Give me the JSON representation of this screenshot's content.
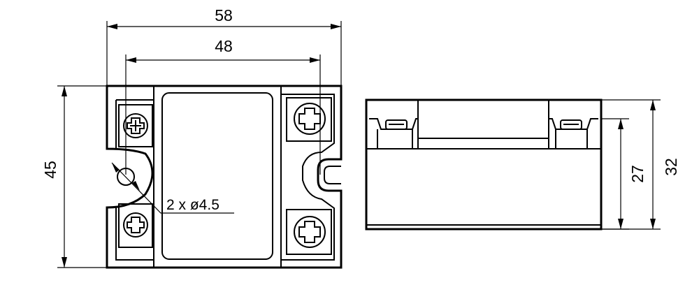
{
  "dimensions": {
    "overall_width": "58",
    "hole_spacing": "48",
    "overall_height": "45",
    "side_height": "32",
    "side_body_height": "27"
  },
  "annotations": {
    "hole_note": "2 x ø4.5"
  },
  "colors": {
    "line": "#000000",
    "background": "#ffffff"
  }
}
